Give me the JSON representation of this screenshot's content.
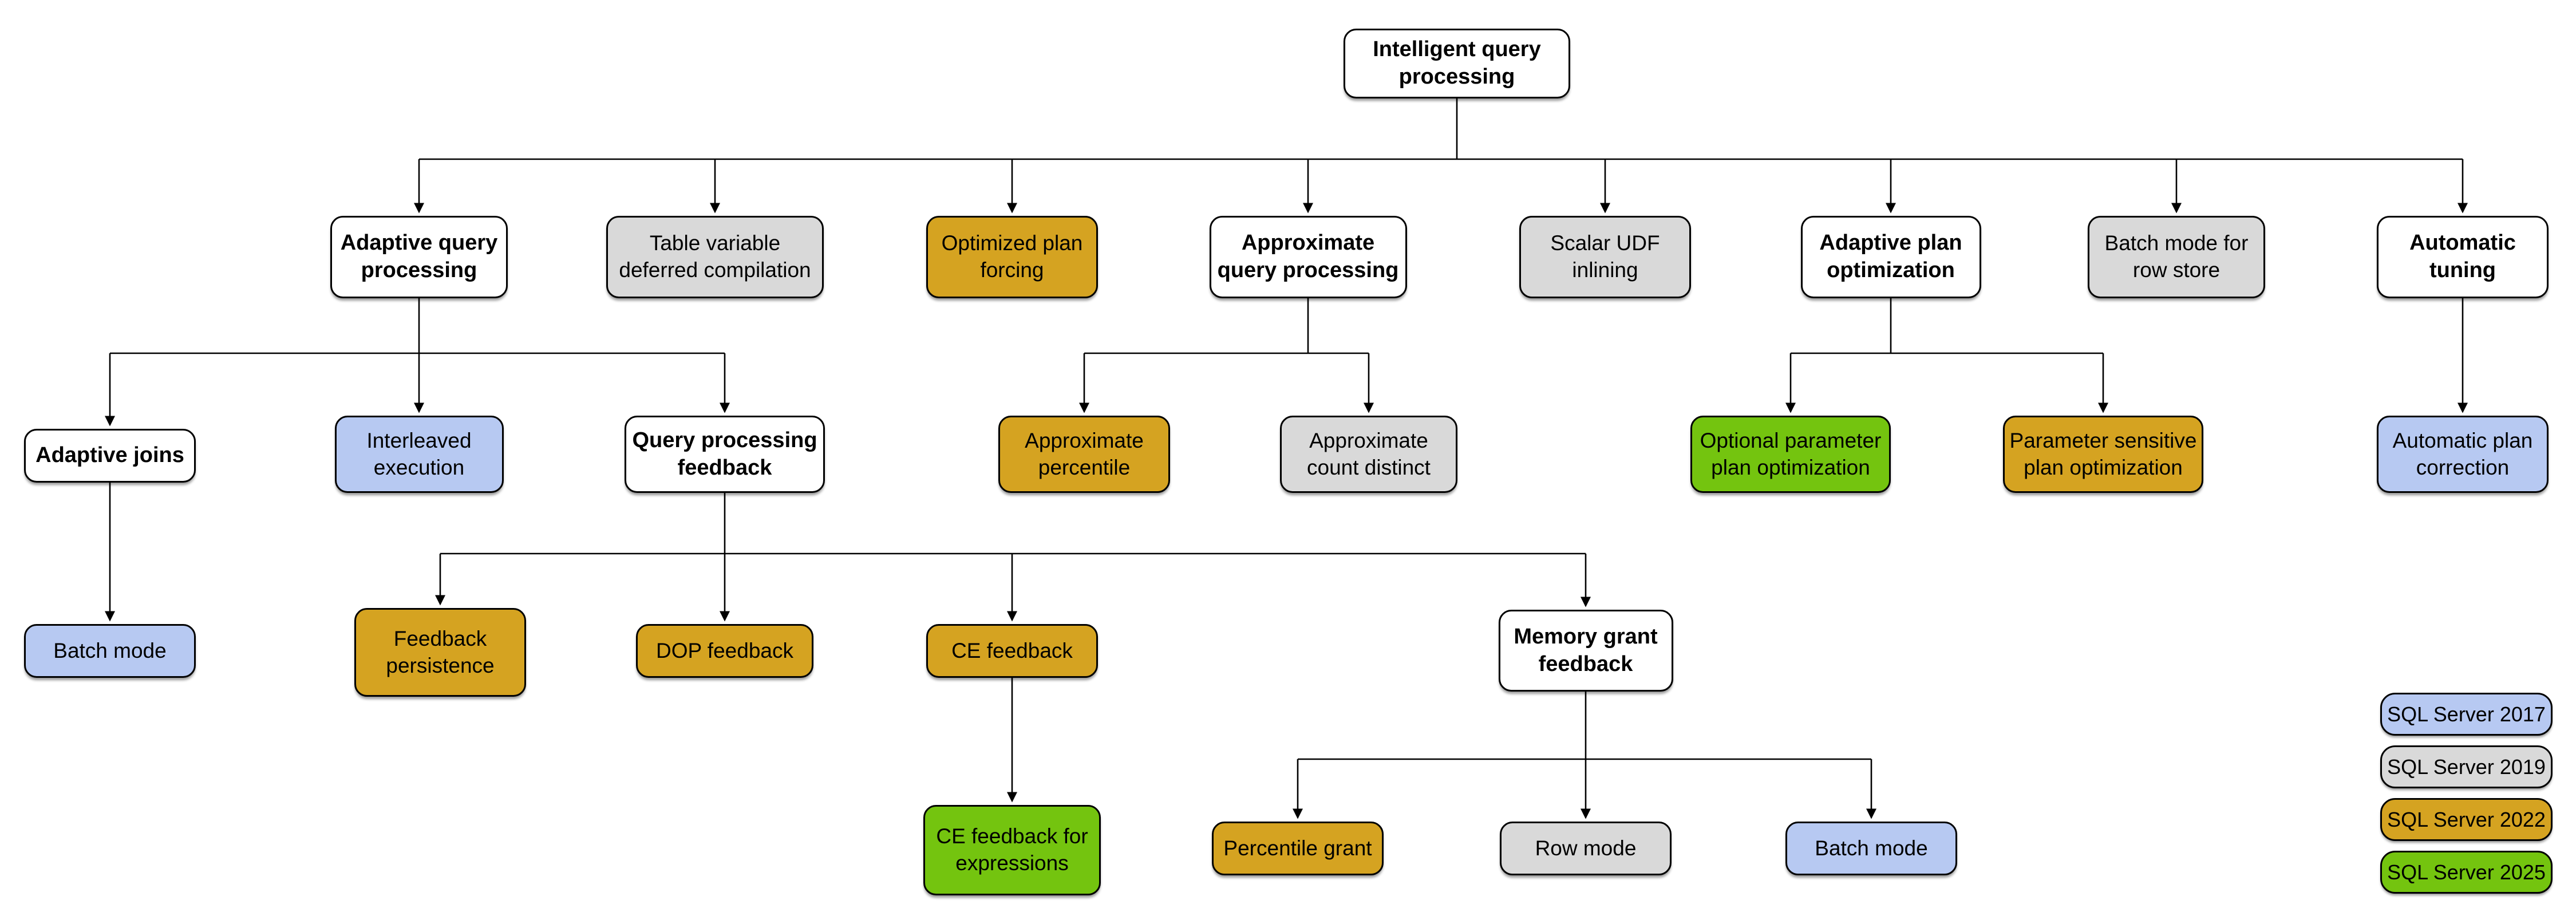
{
  "diagram_title": "Intelligent query processing",
  "colors": {
    "base": "#FFFFFF",
    "2017": "#B7C9F2",
    "2019": "#D9D9D9",
    "2022": "#D5A321",
    "2025": "#74C40F"
  },
  "nodes": [
    {
      "id": "root",
      "label": "Intelligent query\nprocessing",
      "version": "base",
      "parent": null
    },
    {
      "id": "aqp",
      "label": "Adaptive query\nprocessing",
      "version": "base",
      "parent": "root"
    },
    {
      "id": "tvdc",
      "label": "Table variable\ndeferred compilation",
      "version": "2019",
      "parent": "root"
    },
    {
      "id": "opf",
      "label": "Optimized plan\nforcing",
      "version": "2022",
      "parent": "root"
    },
    {
      "id": "approxqp",
      "label": "Approximate\nquery processing",
      "version": "base",
      "parent": "root"
    },
    {
      "id": "sudf",
      "label": "Scalar UDF\ninlining",
      "version": "2019",
      "parent": "root"
    },
    {
      "id": "apo",
      "label": "Adaptive plan\noptimization",
      "version": "base",
      "parent": "root"
    },
    {
      "id": "bmrs",
      "label": "Batch mode for\nrow store",
      "version": "2019",
      "parent": "root"
    },
    {
      "id": "at",
      "label": "Automatic\ntuning",
      "version": "base",
      "parent": "root"
    },
    {
      "id": "aj",
      "label": "Adaptive joins",
      "version": "base",
      "parent": "aqp"
    },
    {
      "id": "ie",
      "label": "Interleaved\nexecution",
      "version": "2017",
      "parent": "aqp"
    },
    {
      "id": "qpf",
      "label": "Query processing\nfeedback",
      "version": "base",
      "parent": "aqp"
    },
    {
      "id": "ap",
      "label": "Approximate\npercentile",
      "version": "2022",
      "parent": "approxqp"
    },
    {
      "id": "acd",
      "label": "Approximate\ncount distinct",
      "version": "2019",
      "parent": "approxqp"
    },
    {
      "id": "oppo",
      "label": "Optional parameter\nplan optimization",
      "version": "2025",
      "parent": "apo"
    },
    {
      "id": "pspo",
      "label": "Parameter sensitive\nplan optimization",
      "version": "2022",
      "parent": "apo"
    },
    {
      "id": "apc",
      "label": "Automatic plan\ncorrection",
      "version": "2017",
      "parent": "at"
    },
    {
      "id": "bm1",
      "label": "Batch mode",
      "version": "2017",
      "parent": "aj"
    },
    {
      "id": "fp",
      "label": "Feedback\npersistence",
      "version": "2022",
      "parent": "qpf"
    },
    {
      "id": "dop",
      "label": "DOP feedback",
      "version": "2022",
      "parent": "qpf"
    },
    {
      "id": "cef",
      "label": "CE feedback",
      "version": "2022",
      "parent": "qpf"
    },
    {
      "id": "mgf",
      "label": "Memory grant\nfeedback",
      "version": "base",
      "parent": "qpf"
    },
    {
      "id": "cefe",
      "label": "CE feedback for\nexpressions",
      "version": "2025",
      "parent": "cef"
    },
    {
      "id": "pg",
      "label": "Percentile grant",
      "version": "2022",
      "parent": "mgf"
    },
    {
      "id": "rm",
      "label": "Row mode",
      "version": "2019",
      "parent": "mgf"
    },
    {
      "id": "bm2",
      "label": "Batch mode",
      "version": "2017",
      "parent": "mgf"
    }
  ],
  "legend": {
    "items": [
      {
        "label": "SQL Server 2017",
        "version": "2017"
      },
      {
        "label": "SQL Server 2019",
        "version": "2019"
      },
      {
        "label": "SQL Server 2022",
        "version": "2022"
      },
      {
        "label": "SQL Server 2025",
        "version": "2025"
      }
    ]
  }
}
